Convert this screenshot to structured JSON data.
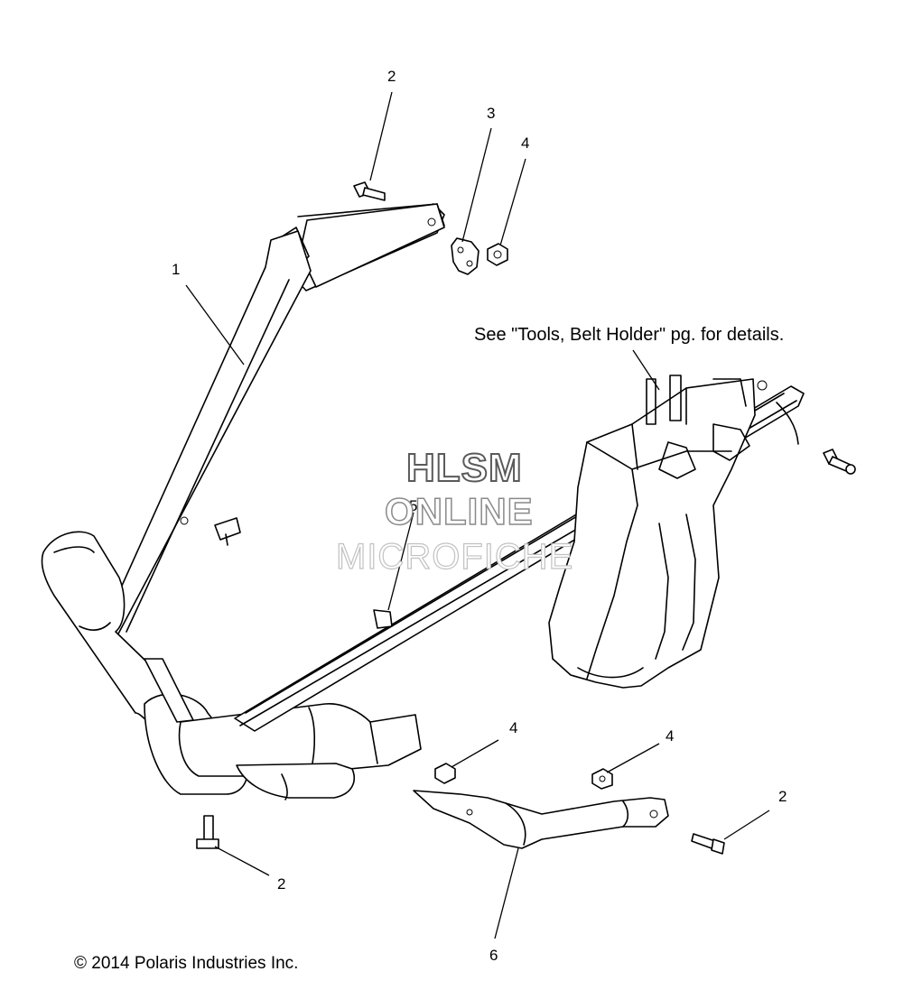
{
  "diagram": {
    "callouts": {
      "c1": "1",
      "c2a": "2",
      "c2b": "2",
      "c2c": "2",
      "c3": "3",
      "c4a": "4",
      "c4b": "4",
      "c4c": "4",
      "c5": "5",
      "c6": "6"
    },
    "note": "See \"Tools, Belt Holder\" pg. for details.",
    "copyright": "© 2014 Polaris Industries Inc."
  },
  "watermark": {
    "line1": "HLSM",
    "line2": "ONLINE",
    "line3": "MICROFICHE"
  }
}
